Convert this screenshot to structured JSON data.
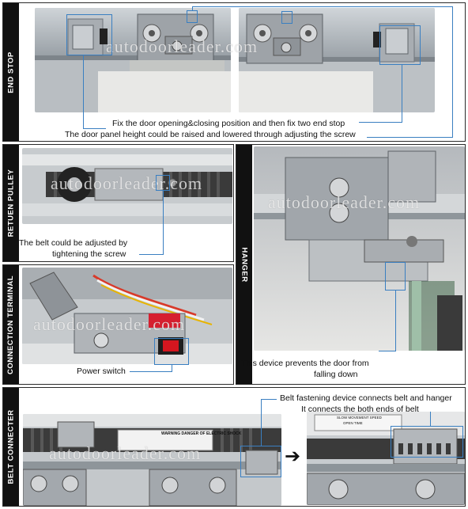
{
  "panels": {
    "end_stop": {
      "label": "END STOP",
      "caption_line1": "Fix the door opening&closing position and then fix two end stop",
      "caption_line2": "The door panel height could be raised and lowered through adjusting the screw"
    },
    "return_pulley": {
      "label": "RETUEN PULLEY",
      "caption_line1": "The belt could be adjusted by",
      "caption_line2": "tightening the screw"
    },
    "hanger": {
      "label": "HANGER",
      "caption_line1": "This device prevents the door from",
      "caption_line2": "falling down"
    },
    "connection_terminal": {
      "label": "CONNECTION TERMINAL",
      "caption": "Power switch"
    },
    "belt_connecter": {
      "label": "BELT CONNECTER",
      "caption_line1": "Belt fastening device connects belt and hanger",
      "caption_line2": "It connects the both ends of belt",
      "sticker_warning": "WARNING DANGER OF ELECTRIC SHOCK",
      "sticker_speed": "SLOW MOVEMENT SPEED",
      "sticker_time": "OPEN TIME"
    }
  },
  "watermark": "autodoorleader.com",
  "colors": {
    "accent": "#3a7fc1",
    "label_bg": "#111111"
  }
}
